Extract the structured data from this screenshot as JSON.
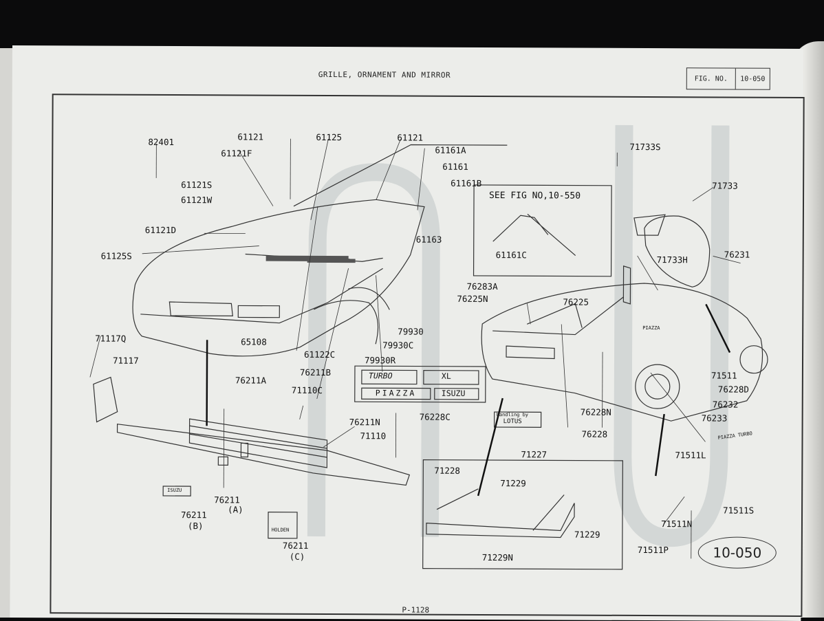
{
  "header": {
    "title": "GRILLE, ORNAMENT AND MIRROR",
    "fig_label": "FIG. NO.",
    "fig_number": "10-050"
  },
  "references": [
    "82401",
    "61121F",
    "61121",
    "61125",
    "61121",
    "61161A",
    "61161",
    "61161B",
    "61121S",
    "61121W",
    "61121D",
    "61125S",
    "61163",
    "65108",
    "61122C",
    "79930",
    "79930C",
    "79930R",
    "71733S",
    "71733",
    "71733H",
    "76231",
    "76283A",
    "76225N",
    "76225",
    "71511",
    "76228D",
    "76232",
    "76233",
    "76228N",
    "76228",
    "71117Q",
    "71117",
    "76211A",
    "71110C",
    "76211B",
    "76211N",
    "71110",
    "76228C",
    "76211",
    "(A)",
    "76211",
    "(B)",
    "76211",
    "(C)",
    "71227",
    "71228",
    "71229",
    "71229",
    "71229N",
    "71511L",
    "71511S",
    "71511N",
    "71511P"
  ],
  "see_fig": "SEE FIG NO,10-550",
  "see_fig_part": "61161C",
  "badges": {
    "turbo": "TURBO",
    "xl": "XL",
    "piazza": "PIAZZA",
    "isuzu": "ISUZU",
    "lotus_line1": "handling by",
    "lotus_line2": "LOTUS",
    "holden": "HOLDEN",
    "isuzu_side": "ISUZU",
    "stripe_text": "PIAZZA TURBO",
    "car_badge": "PIAZZA"
  },
  "page_number": "P-1128",
  "figure_oval": "10-050"
}
